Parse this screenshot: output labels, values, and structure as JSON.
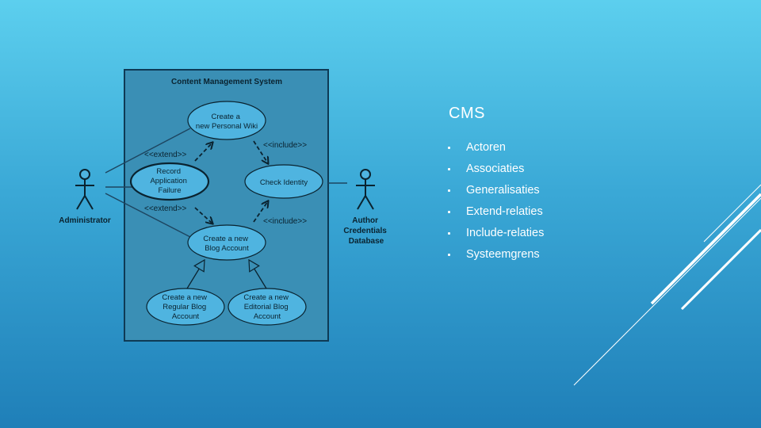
{
  "slide": {
    "title": "CMS",
    "bullets": [
      "Actoren",
      "Associaties",
      "Generalisaties",
      "Extend-relaties",
      "Include-relaties",
      "Systeemgrens"
    ]
  },
  "diagram": {
    "system_title": "Content Management System",
    "actors": {
      "administrator": [
        "Administrator"
      ],
      "author_db": [
        "Author",
        "Credentials",
        "Database"
      ]
    },
    "use_cases": {
      "create_wiki": [
        "Create a",
        "new Personal Wiki"
      ],
      "record_failure": [
        "Record",
        "Application",
        "Failure"
      ],
      "check_identity": [
        "Check Identity"
      ],
      "create_blog": [
        "Create a new",
        "Blog Account"
      ],
      "regular_blog": [
        "Create a new",
        "Regular Blog",
        "Account"
      ],
      "editorial_blog": [
        "Create a new",
        "Editorial Blog",
        "Account"
      ]
    },
    "stereotypes": {
      "extend_top": "<<extend>>",
      "extend_bottom": "<<extend>>",
      "include_top": "<<include>>",
      "include_bottom": "<<include>>"
    }
  },
  "colors": {
    "background_top": "#5ccfee",
    "background_bottom": "#1f7fb8",
    "diagram_panel": "#3a8fb5",
    "use_case_fill": "#4fb4e0",
    "ink": "#0a2330"
  }
}
